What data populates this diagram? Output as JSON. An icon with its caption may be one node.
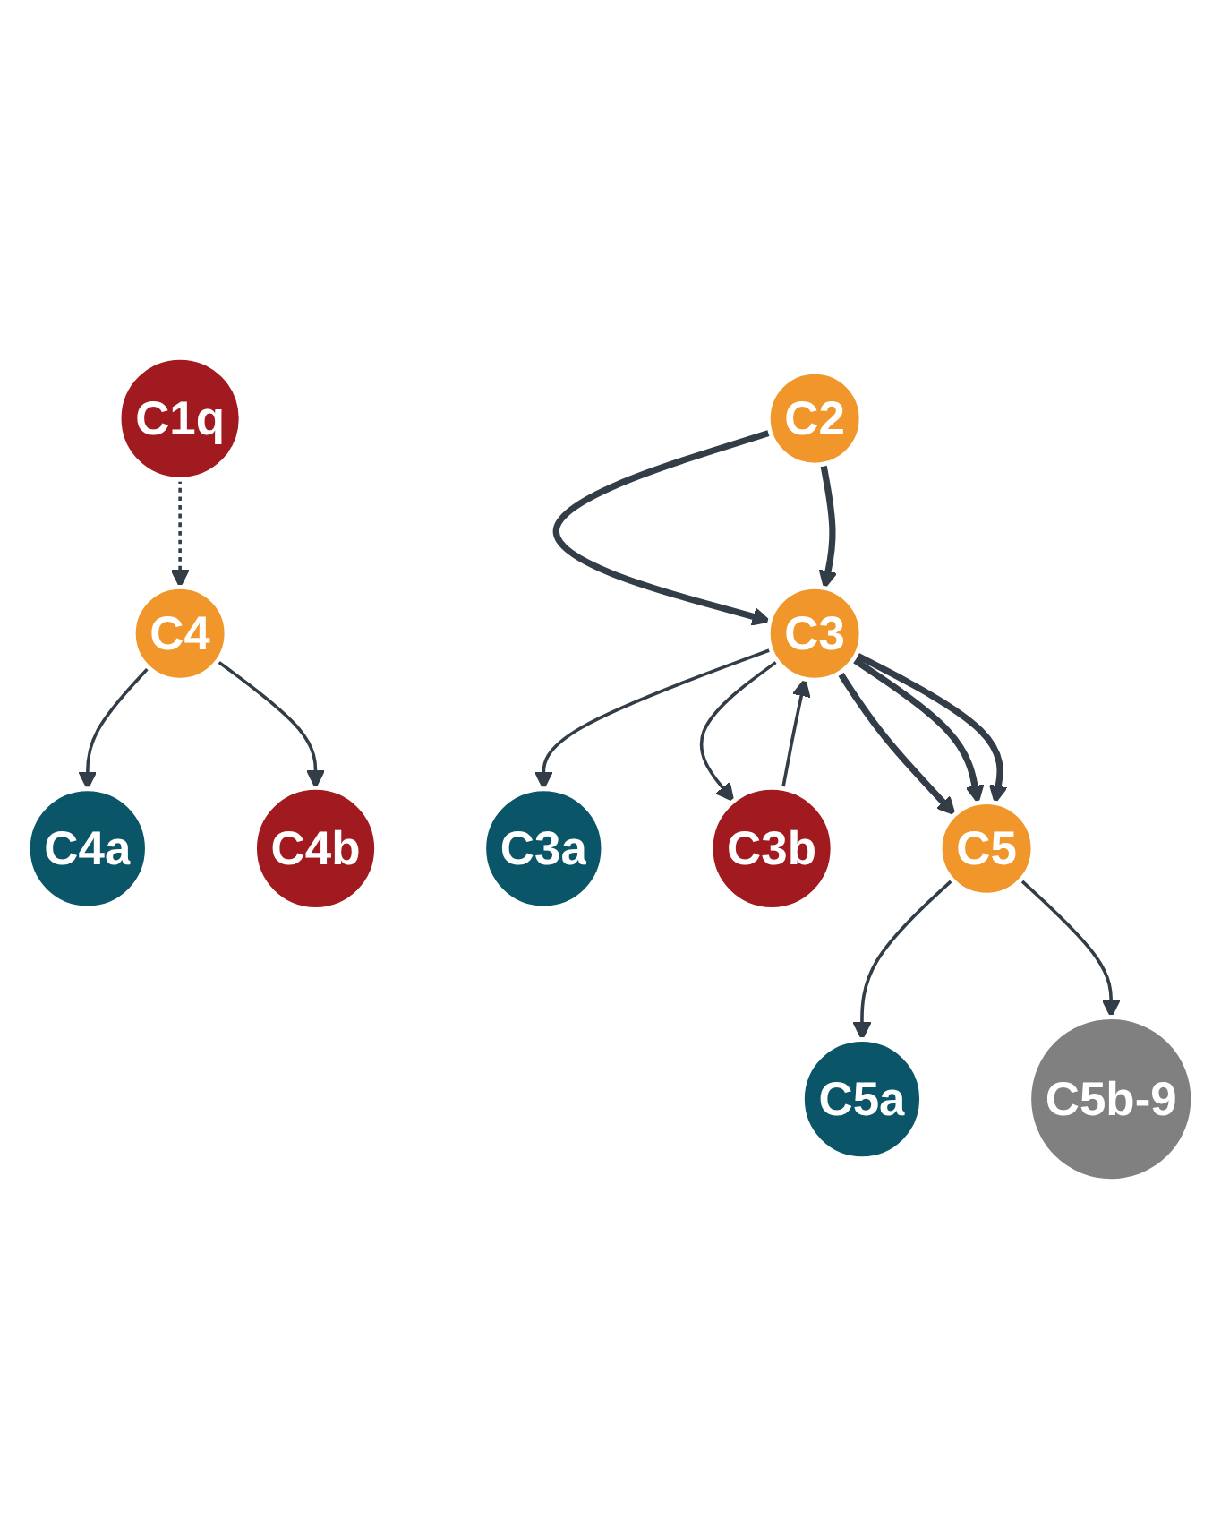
{
  "diagram": {
    "nodes": [
      {
        "text": [
          "C1q"
        ]
      },
      {
        "text": [
          "C4a"
        ]
      },
      {
        "text": [
          "C4"
        ]
      },
      {
        "text": [
          "C4b"
        ]
      },
      {
        "text": [
          "C2"
        ]
      },
      {
        "text": [
          "C3a"
        ]
      },
      {
        "text": [
          "C3"
        ]
      },
      {
        "text": [
          "C3b"
        ]
      },
      {
        "text": [
          "C5a"
        ]
      },
      {
        "text": [
          "C5"
        ]
      },
      {
        "text": [
          "C5b-9"
        ]
      }
    ],
    "edges": [
      {
        "from": 0,
        "to": 2,
        "arrow": "to",
        "style": "dashed"
      },
      {
        "from": 2,
        "to": 1,
        "arrow": "to"
      },
      {
        "from": 2,
        "to": 3,
        "arrow": "to"
      },
      {
        "from": 4,
        "to": 6,
        "arrow": "to",
        "style": "thick"
      },
      {
        "from": 4,
        "to": 6,
        "arrow": "to",
        "style": "thick"
      },
      {
        "from": 6,
        "to": 5,
        "arrow": "to"
      },
      {
        "from": 6,
        "to": 7,
        "arrow": "to"
      },
      {
        "from": 7,
        "to": 6,
        "arrow": "to"
      },
      {
        "from": 6,
        "to": 9,
        "arrow": "to",
        "style": "thick"
      },
      {
        "from": 6,
        "to": 9,
        "arrow": "to",
        "style": "thick"
      },
      {
        "from": 6,
        "to": 9,
        "arrow": "to",
        "style": "thick"
      },
      {
        "from": 9,
        "to": 8,
        "arrow": "to"
      },
      {
        "from": 9,
        "to": 10,
        "arrow": "to"
      }
    ]
  }
}
